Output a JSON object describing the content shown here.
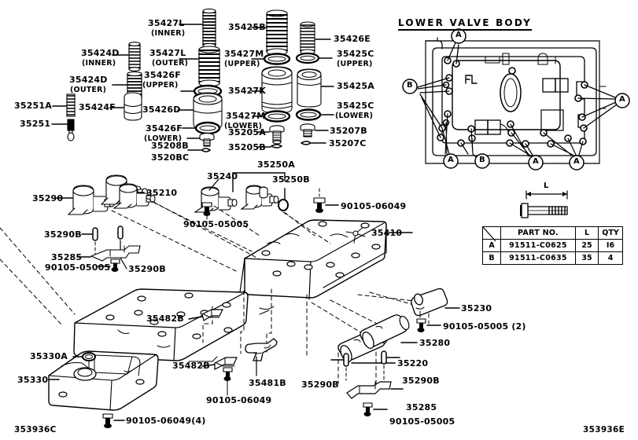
{
  "sheet": {
    "code_bottom_left": "353936C",
    "code_bottom_right": "353936E",
    "valve_body_title": "LOWER VALVE BODY"
  },
  "callouts": {
    "a": "A",
    "b": "B"
  },
  "bolt_table": {
    "headers": [
      "",
      "PART NO.",
      "L",
      "QTY"
    ],
    "rows": [
      {
        "ref": "A",
        "part_no": "91511-C0625",
        "l": "25",
        "qty": "I6"
      },
      {
        "ref": "B",
        "part_no": "91511-C0635",
        "l": "35",
        "qty": "4"
      }
    ],
    "dimension_label": "L"
  },
  "labels": {
    "upper_left": [
      {
        "id": "p35427L_inner",
        "main": "35427L",
        "sub": "(INNER)"
      },
      {
        "id": "p35424D_inner",
        "main": "35424D",
        "sub": "(INNER)"
      },
      {
        "id": "p35427L_outer",
        "main": "35427L",
        "sub": "(OUTER)"
      },
      {
        "id": "p35424D_outer",
        "main": "35424D",
        "sub": "(OUTER)"
      },
      {
        "id": "p35426F_upper",
        "main": "35426F",
        "sub": "(UPPER)"
      },
      {
        "id": "p35251A",
        "main": "35251A",
        "sub": ""
      },
      {
        "id": "p35424F",
        "main": "35424F",
        "sub": ""
      },
      {
        "id": "p35426D",
        "main": "35426D",
        "sub": ""
      },
      {
        "id": "p35251",
        "main": "35251",
        "sub": ""
      },
      {
        "id": "p35426F_lower",
        "main": "35426F",
        "sub": "(LOWER)"
      },
      {
        "id": "p35208B",
        "main": "35208B",
        "sub": ""
      },
      {
        "id": "p3520BC",
        "main": "3520BC",
        "sub": ""
      }
    ],
    "upper_mid": [
      {
        "id": "p35425B",
        "main": "35425B",
        "sub": ""
      },
      {
        "id": "p35426E",
        "main": "35426E",
        "sub": ""
      },
      {
        "id": "p35427M_upper",
        "main": "35427M",
        "sub": "(UPPER)"
      },
      {
        "id": "p35425C_upper",
        "main": "35425C",
        "sub": "(UPPER)"
      },
      {
        "id": "p35427K",
        "main": "35427K",
        "sub": ""
      },
      {
        "id": "p35425A",
        "main": "35425A",
        "sub": ""
      },
      {
        "id": "p35425C_lower",
        "main": "35425C",
        "sub": "(LOWER)"
      },
      {
        "id": "p35427M_lower",
        "main": "35427M",
        "sub": "(LOWER)"
      },
      {
        "id": "p35207B",
        "main": "35207B",
        "sub": ""
      },
      {
        "id": "p35205A",
        "main": "35205A",
        "sub": ""
      },
      {
        "id": "p35207C",
        "main": "35207C",
        "sub": ""
      },
      {
        "id": "p35205B",
        "main": "35205B",
        "sub": ""
      }
    ],
    "center": [
      {
        "id": "p35250A",
        "main": "35250A"
      },
      {
        "id": "p35250B",
        "main": "35250B"
      },
      {
        "id": "p35240",
        "main": "35240"
      },
      {
        "id": "p90105_06049_a",
        "main": "90105-06049"
      },
      {
        "id": "p90105_05005_a",
        "main": "90105-05005"
      },
      {
        "id": "p35410",
        "main": "35410"
      },
      {
        "id": "p35290",
        "main": "35290"
      },
      {
        "id": "p35210",
        "main": "35210"
      },
      {
        "id": "p35290B_a",
        "main": "35290B"
      },
      {
        "id": "p35290B_b",
        "main": "35290B"
      },
      {
        "id": "p35285_a",
        "main": "35285"
      },
      {
        "id": "p90105_05005_b",
        "main": "90105-05005"
      }
    ],
    "lower": [
      {
        "id": "p35482B_a",
        "main": "35482B"
      },
      {
        "id": "p35482B_b",
        "main": "35482B"
      },
      {
        "id": "p35481B",
        "main": "35481B"
      },
      {
        "id": "p90105_06049_b",
        "main": "90105-06049"
      },
      {
        "id": "p35230",
        "main": "35230"
      },
      {
        "id": "p90105_05005_2",
        "main": "90105-05005 (2)"
      },
      {
        "id": "p35280",
        "main": "35280"
      },
      {
        "id": "p35220",
        "main": "35220"
      },
      {
        "id": "p35290B_c",
        "main": "35290B"
      },
      {
        "id": "p35290B_d",
        "main": "35290B"
      },
      {
        "id": "p35285_b",
        "main": "35285"
      },
      {
        "id": "p90105_05005_c",
        "main": "90105-05005"
      },
      {
        "id": "p35330A",
        "main": "35330A"
      },
      {
        "id": "p35330",
        "main": "35330"
      },
      {
        "id": "p90105_06049_4",
        "main": "90105-06049(4)"
      }
    ]
  }
}
